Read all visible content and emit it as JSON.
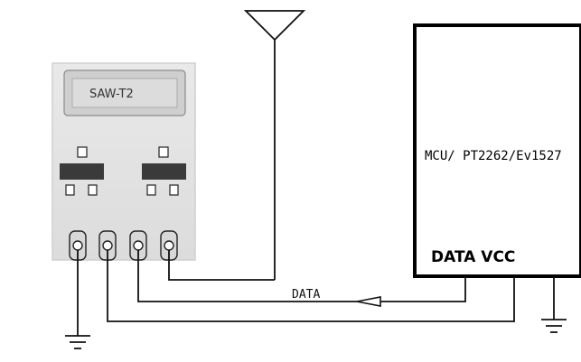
{
  "module": {
    "label": "SAW-T2"
  },
  "mcu": {
    "label": "MCU/ PT2262/Ev1527",
    "pins_label": "DATA VCC"
  },
  "wire": {
    "data_label": "DATA"
  }
}
